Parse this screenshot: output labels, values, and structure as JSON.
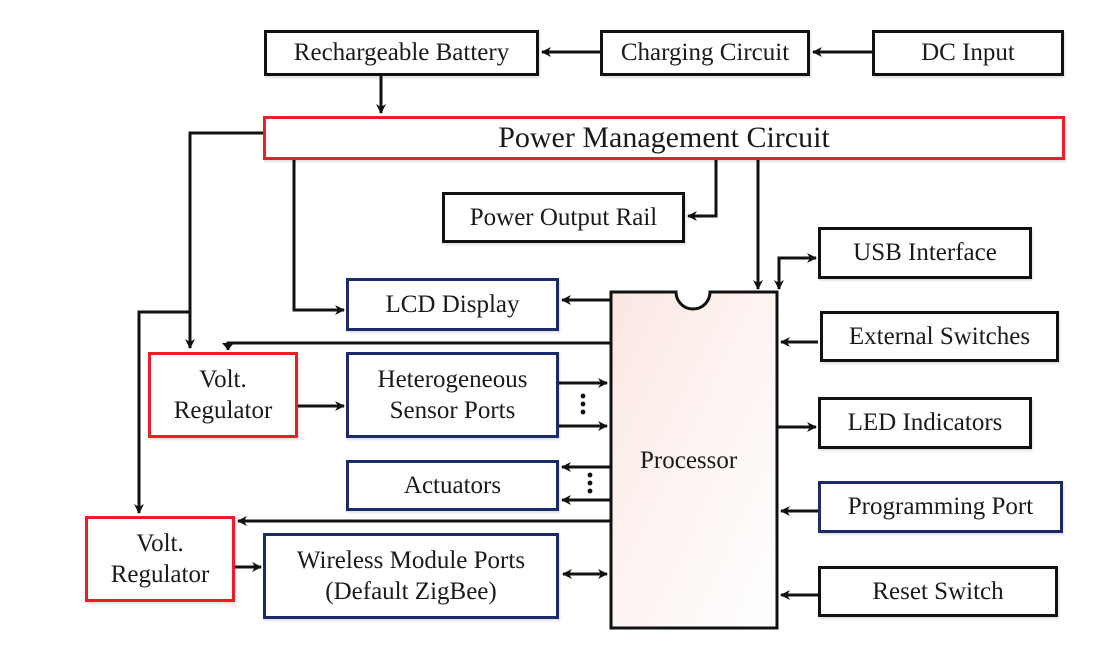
{
  "diagram": {
    "colors": {
      "power_block_border": "#ee1c24",
      "peripheral_block_border": "#1b2a6b",
      "generic_block_border": "#111111",
      "processor_fill": "#fbeae6"
    },
    "blocks": {
      "rechargeable_battery": "Rechargeable Battery",
      "charging_circuit": "Charging Circuit",
      "dc_input": "DC Input",
      "power_management_circuit": "Power Management Circuit",
      "power_output_rail": "Power Output Rail",
      "usb_interface": "USB Interface",
      "lcd_display": "LCD Display",
      "external_switches": "External Switches",
      "volt_regulator_1": "Volt.\nRegulator",
      "heterogeneous_sensor_ports": "Heterogeneous\nSensor Ports",
      "led_indicators": "LED Indicators",
      "processor": "Processor",
      "actuators": "Actuators",
      "programming_port": "Programming Port",
      "volt_regulator_2": "Volt.\nRegulator",
      "wireless_module_ports": "Wireless Module Ports\n(Default ZigBee)",
      "reset_switch": "Reset Switch"
    },
    "connections": [
      {
        "from": "DC Input",
        "to": "Charging Circuit"
      },
      {
        "from": "Charging Circuit",
        "to": "Rechargeable Battery"
      },
      {
        "from": "Rechargeable Battery",
        "to": "Power Management Circuit"
      },
      {
        "from": "Power Management Circuit",
        "to": "Power Output Rail"
      },
      {
        "from": "Power Management Circuit",
        "to": "Processor"
      },
      {
        "from": "Power Management Circuit",
        "to": "LCD Display"
      },
      {
        "from": "Power Management Circuit",
        "to": "Volt. Regulator (1)"
      },
      {
        "from": "Power Management Circuit",
        "to": "Volt. Regulator (2)"
      },
      {
        "from": "Processor",
        "to": "LCD Display"
      },
      {
        "from": "Processor",
        "to": "Volt. Regulator (1)"
      },
      {
        "from": "Processor",
        "to": "Volt. Regulator (2)"
      },
      {
        "from": "Volt. Regulator (1)",
        "to": "Heterogeneous Sensor Ports"
      },
      {
        "from": "Heterogeneous Sensor Ports",
        "to": "Processor"
      },
      {
        "from": "Processor",
        "to": "Actuators"
      },
      {
        "from": "Volt. Regulator (2)",
        "to": "Wireless Module Ports"
      },
      {
        "from": "Wireless Module Ports",
        "to": "Processor",
        "bidirectional": true
      },
      {
        "from": "Processor",
        "to": "USB Interface",
        "bidirectional": true
      },
      {
        "from": "External Switches",
        "to": "Processor"
      },
      {
        "from": "Processor",
        "to": "LED Indicators"
      },
      {
        "from": "Programming Port",
        "to": "Processor"
      },
      {
        "from": "Reset Switch",
        "to": "Processor"
      }
    ]
  }
}
